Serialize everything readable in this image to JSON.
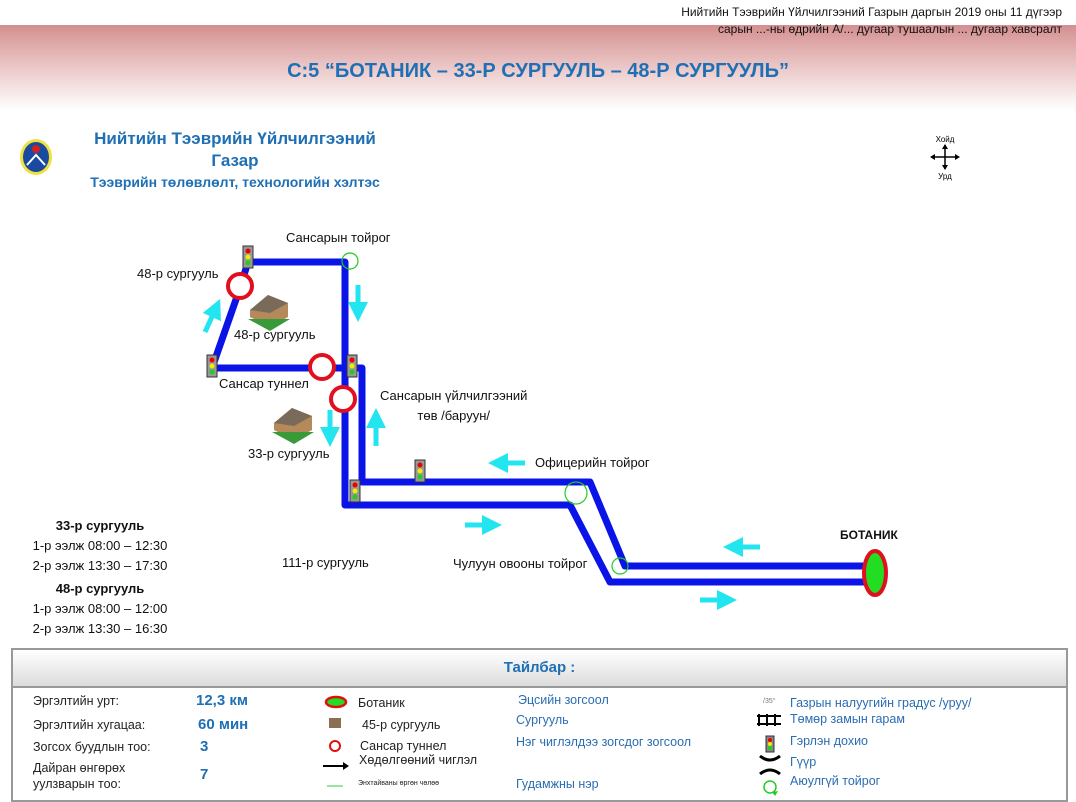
{
  "decree": {
    "line1": "Нийтийн Тээврийн Үйлчилгээний Газрын даргын 2019 оны 11 дүгээр",
    "line2": "сарын ...-ны өдрийн  А/... дугаар тушаалын ... дугаар хавсралт"
  },
  "title": "С:5 “БОТАНИК – 33-Р СУРГУУЛЬ – 48-Р СУРГУУЛЬ”",
  "org": {
    "name1": "Нийтийн Тээврийн Үйлчилгээний",
    "name2": "Газар",
    "dept": "Тээврийн төлөвлөлт, технологийн хэлтэс"
  },
  "compass": {
    "north": "Хойд",
    "south": "Урд"
  },
  "map_labels": {
    "sansar_roundabout": "Сансарын тойрог",
    "school48_stop": "48-р сургууль",
    "school48_building": "48-р сургууль",
    "sansar_tunnel": "Сансар туннел",
    "service_center1": "Сансарын үйлчилгээний",
    "service_center2": "төв /баруун/",
    "school33": "33-р сургууль",
    "officer_roundabout": "Офицерийн тойрог",
    "school111": "111-р сургууль",
    "chuluun_ovoo": "Чулуун овооны тойрог",
    "botanik": "БОТАНИК"
  },
  "schedules": [
    {
      "school": "33-р сургууль",
      "shift1": "1-р ээлж 08:00 – 12:30",
      "shift2": "2-р ээлж 13:30 – 17:30"
    },
    {
      "school": "48-р сургууль",
      "shift1": "1-р ээлж 08:00 – 12:00",
      "shift2": "2-р ээлж 13:30 – 16:30"
    }
  ],
  "legend": {
    "title": "Тайлбар :",
    "stats": [
      {
        "label": "Эргэлтийн урт:",
        "value": "12,3 км"
      },
      {
        "label": "Эргэлтийн хугацаа:",
        "value": "60 мин"
      },
      {
        "label": "Зогсох буудлын тоо:",
        "value": "3"
      },
      {
        "label": "Дайран өнгөрөх\nуулзварын тоо:",
        "value": "7"
      }
    ],
    "symbols": [
      "Ботаник",
      "45-р сургууль",
      "Сансар туннел",
      "Хөдөлгөөний чиглэл",
      "Энхтайваны өргөн чөлөө"
    ],
    "text_items": [
      "Эцсийн зогсоол",
      "Сургууль",
      "Нэг чиглэлдээ зогсдог зогсоол",
      "Гудамжны нэр"
    ],
    "slope_mark": "/35°",
    "right_items": [
      "Газрын налуугийн градус /уруу/",
      "Төмөр замын гарам",
      "Гэрлэн дохио",
      "Гүүр",
      "Аюулгүй тойрог"
    ]
  },
  "colors": {
    "route": "#0a14e6",
    "arrow": "#22e5f0",
    "stop": "#e01020",
    "terminal_fill": "#22dd22",
    "title": "#1f6fb5"
  }
}
